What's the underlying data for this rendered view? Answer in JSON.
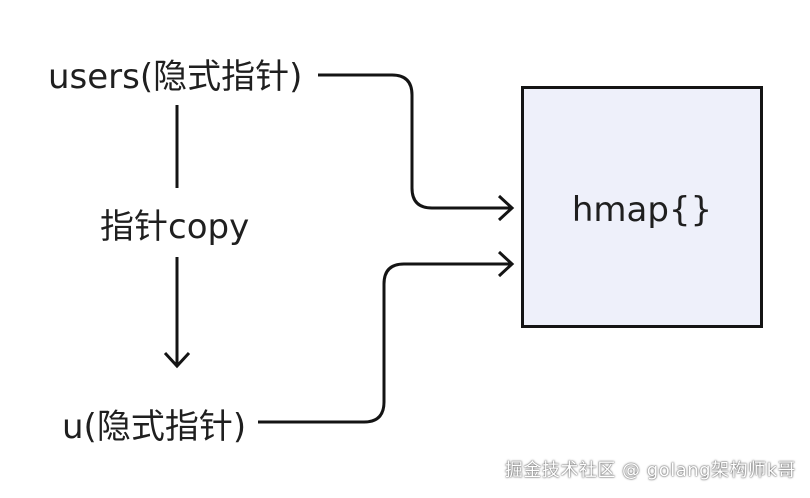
{
  "nodes": {
    "users_label": "users(隐式指针)",
    "copy_label": "指针copy",
    "u_label": "u(隐式指针)",
    "hmap_label": "hmap{}"
  },
  "watermark": "掘金技术社区 @ golang架构师k哥",
  "colors": {
    "stroke": "#141414",
    "box_fill": "#eef0fa",
    "text": "#1f1f1f"
  }
}
